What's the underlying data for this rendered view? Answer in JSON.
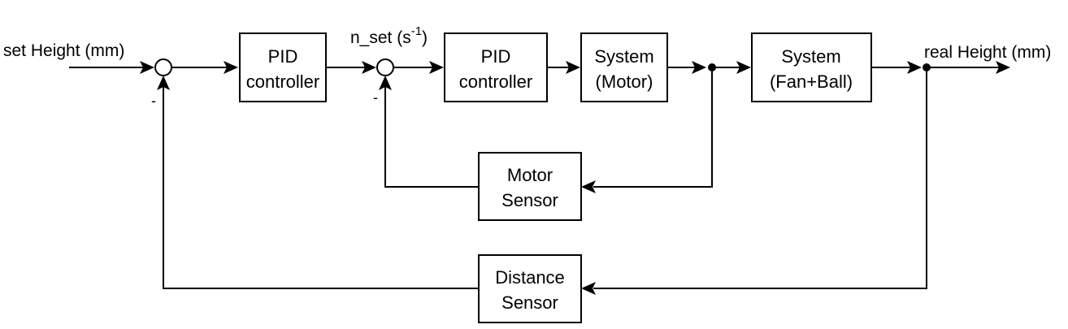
{
  "labels": {
    "input": "set Height (mm)",
    "inner_setpoint_base": "n_set (s",
    "inner_setpoint_exp": "-1",
    "inner_setpoint_close": ")",
    "output": "real Height (mm)"
  },
  "blocks": {
    "pid_outer": [
      "PID",
      "controller"
    ],
    "pid_inner": [
      "PID",
      "controller"
    ],
    "system_motor": [
      "System",
      "(Motor)"
    ],
    "system_fan_ball": [
      "System",
      "(Fan+Ball)"
    ],
    "motor_sensor": [
      "Motor",
      "Sensor"
    ],
    "distance_sensor": [
      "Distance",
      "Sensor"
    ]
  },
  "sum_signs": {
    "outer": "-",
    "inner": "-"
  }
}
